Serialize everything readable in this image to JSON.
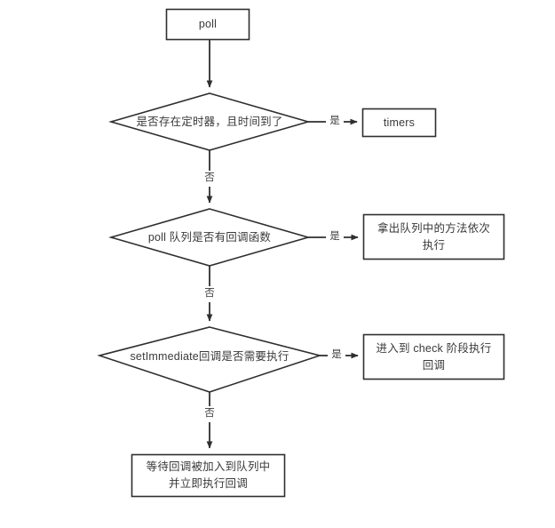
{
  "diagram": {
    "type": "flowchart",
    "title_text": "",
    "background_color": "#ffffff",
    "stroke_color": "#2f2f2f",
    "text_color": "#3a3a3a",
    "nodes": {
      "poll": {
        "label": "poll",
        "shape": "rectangle"
      },
      "decision_timers": {
        "label": "是否存在定时器，且时间到了",
        "shape": "diamond"
      },
      "timers": {
        "label": "timers",
        "shape": "rectangle"
      },
      "decision_poll_queue": {
        "label": "poll 队列是否有回调函数",
        "shape": "diamond"
      },
      "run_queue": {
        "label": "拿出队列中的方法依次\n执行",
        "shape": "rectangle"
      },
      "decision_setimmediate": {
        "label": "setImmediate回调是否需要执行",
        "shape": "diamond"
      },
      "check_phase": {
        "label": "进入到 check 阶段执行\n回调",
        "shape": "rectangle"
      },
      "wait_callback": {
        "label": "等待回调被加入到队列中\n并立即执行回调",
        "shape": "rectangle"
      }
    },
    "edges": {
      "poll_to_decision_timers": {
        "label": ""
      },
      "timers_yes": {
        "label": "是"
      },
      "timers_no": {
        "label": "否"
      },
      "poll_queue_yes": {
        "label": "是"
      },
      "poll_queue_no": {
        "label": "否"
      },
      "setimmediate_yes": {
        "label": "是"
      },
      "setimmediate_no": {
        "label": "否"
      }
    }
  }
}
